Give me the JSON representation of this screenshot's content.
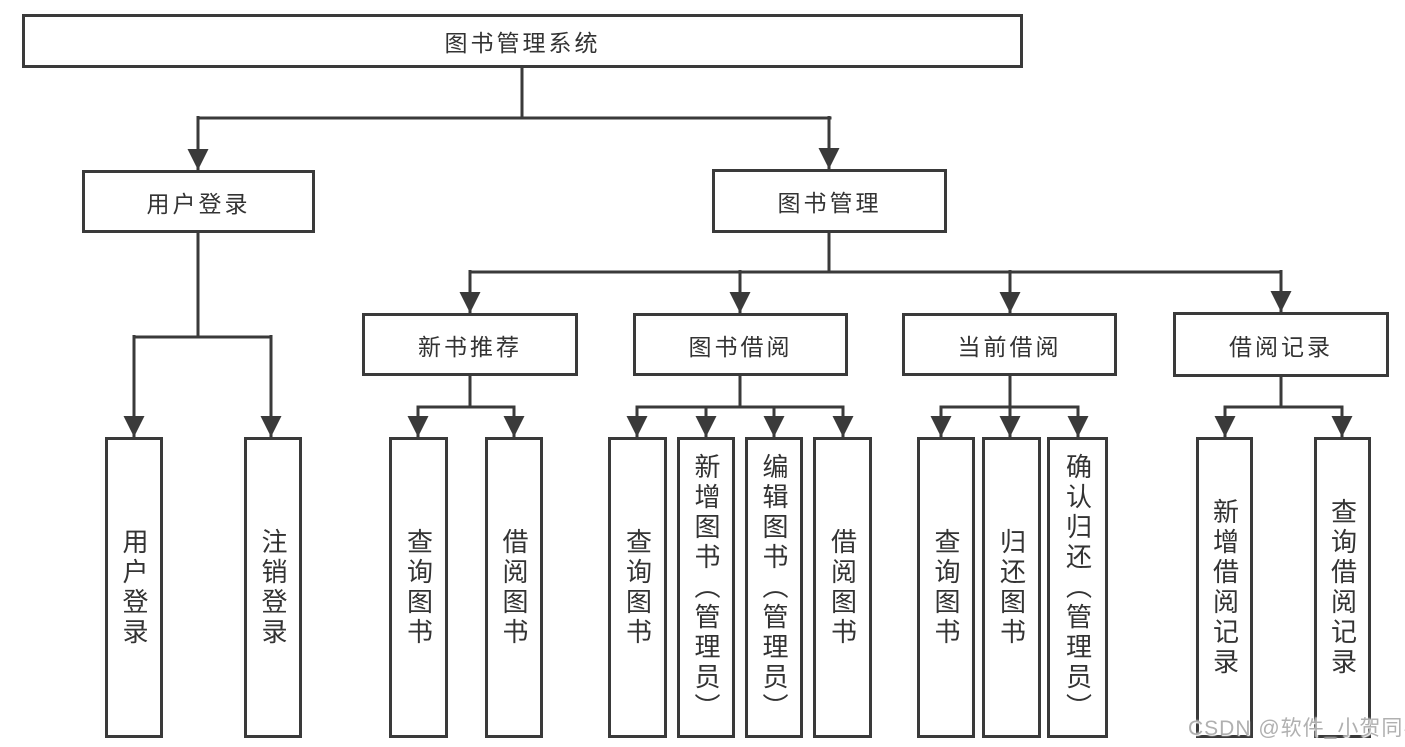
{
  "title": "图书管理系统",
  "level2": {
    "user_login": "用户登录",
    "book_management": "图书管理"
  },
  "level3": {
    "new_book_recommend": "新书推荐",
    "book_borrowing": "图书借阅",
    "current_borrowing": "当前借阅",
    "borrowing_records": "借阅记录"
  },
  "leaves": {
    "user_login": "用户登录",
    "logout": "注销登录",
    "rec_query_books": "查询图书",
    "rec_borrow_books": "借阅图书",
    "bor_query_books": "查询图书",
    "bor_add_books": "新增图书（管理员）",
    "bor_edit_books": "编辑图书（管理员）",
    "bor_borrow_books": "借阅图书",
    "cur_query_books": "查询图书",
    "cur_return_books": "归还图书",
    "cur_confirm_return": "确认归还（管理员）",
    "log_add_record": "新增借阅记录",
    "log_query_record": "查询借阅记录"
  },
  "watermark": "CSDN @软件_小贺同学",
  "colors": {
    "line": "#3a3a3a",
    "text": "#333333",
    "watermark": "#b0b0b0",
    "background": "#ffffff"
  }
}
